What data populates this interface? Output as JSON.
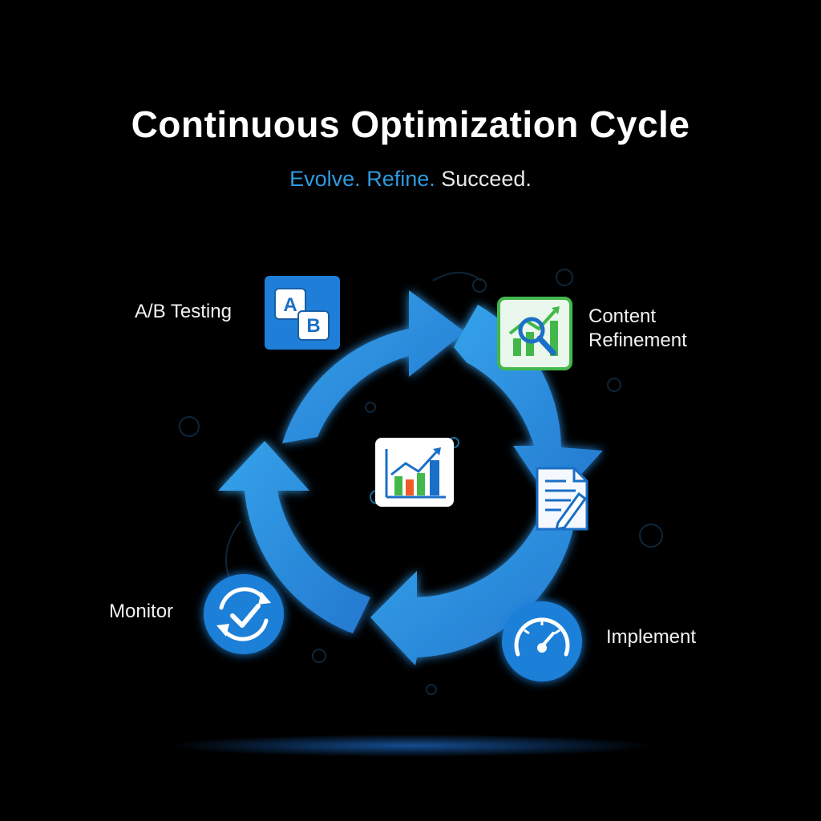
{
  "header": {
    "title": "Continuous Optimization Cycle",
    "subtitle_evolve": "Evolve.",
    "subtitle_refine": "Refine.",
    "subtitle_succeed": "Succeed."
  },
  "stages": {
    "ab_testing": {
      "label": "A/B Testing",
      "icon_letter_a": "A",
      "icon_letter_b": "B"
    },
    "content_refinement": {
      "label_line1": "Content",
      "label_line2": "Refinement"
    },
    "implement": {
      "label": "Implement"
    },
    "monitor": {
      "label": "Monitor"
    }
  },
  "icons": {
    "ab_testing": "ab-test-icon",
    "content_refinement": "chart-magnifier-icon",
    "document": "document-edit-icon",
    "implement": "speedometer-icon",
    "monitor": "refresh-check-icon",
    "center": "bar-chart-trend-icon"
  },
  "colors": {
    "background": "#000000",
    "arrow": "#2d8fdc",
    "accent_blue": "#2f9ae0",
    "accent_green": "#4caf50",
    "bar_orange": "#f05a24"
  }
}
